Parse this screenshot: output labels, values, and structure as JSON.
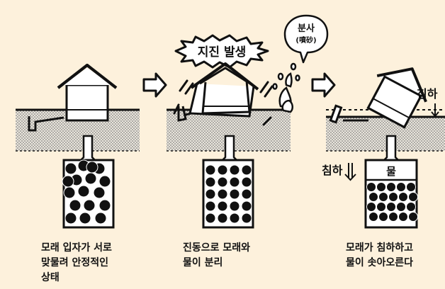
{
  "labels": {
    "spray": "분사",
    "spray_hanja": "(噴砂)",
    "earthquake": "지진 발생",
    "subsidence_right": "침하",
    "subsidence_left": "침하",
    "water": "물"
  },
  "captions": {
    "stage1": "모래 입자가 서로\n맞물려 안정적인\n상태",
    "stage2": "진동으로 모래와\n물이 분리",
    "stage3": "모래가 침하하고\n물이 솟아오른다"
  }
}
